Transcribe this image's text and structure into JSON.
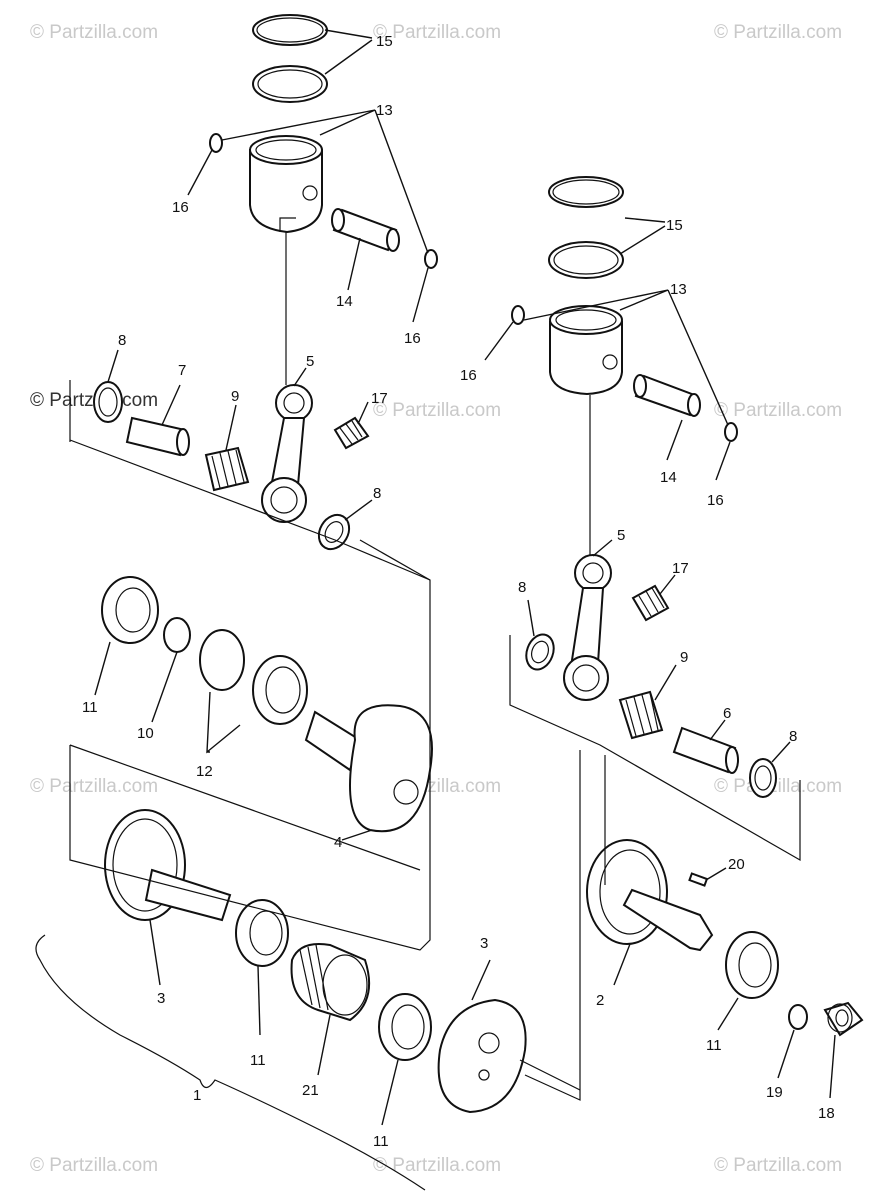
{
  "watermark": "© Partzilla.com",
  "callouts": {
    "c1": "1",
    "c2": "2",
    "c3a": "3",
    "c3b": "3",
    "c4": "4",
    "c5a": "5",
    "c5b": "5",
    "c6": "6",
    "c7": "7",
    "c8a": "8",
    "c8b": "8",
    "c8c": "8",
    "c8d": "8",
    "c9a": "9",
    "c9b": "9",
    "c10": "10",
    "c11a": "11",
    "c11b": "11",
    "c11c": "11",
    "c11d": "11",
    "c12": "12",
    "c13a": "13",
    "c13b": "13",
    "c14a": "14",
    "c14b": "14",
    "c15a": "15",
    "c15b": "15",
    "c16a": "16",
    "c16b": "16",
    "c16c": "16",
    "c16d": "16",
    "c17a": "17",
    "c17b": "17",
    "c18": "18",
    "c19": "19",
    "c20": "20",
    "c21": "21"
  }
}
